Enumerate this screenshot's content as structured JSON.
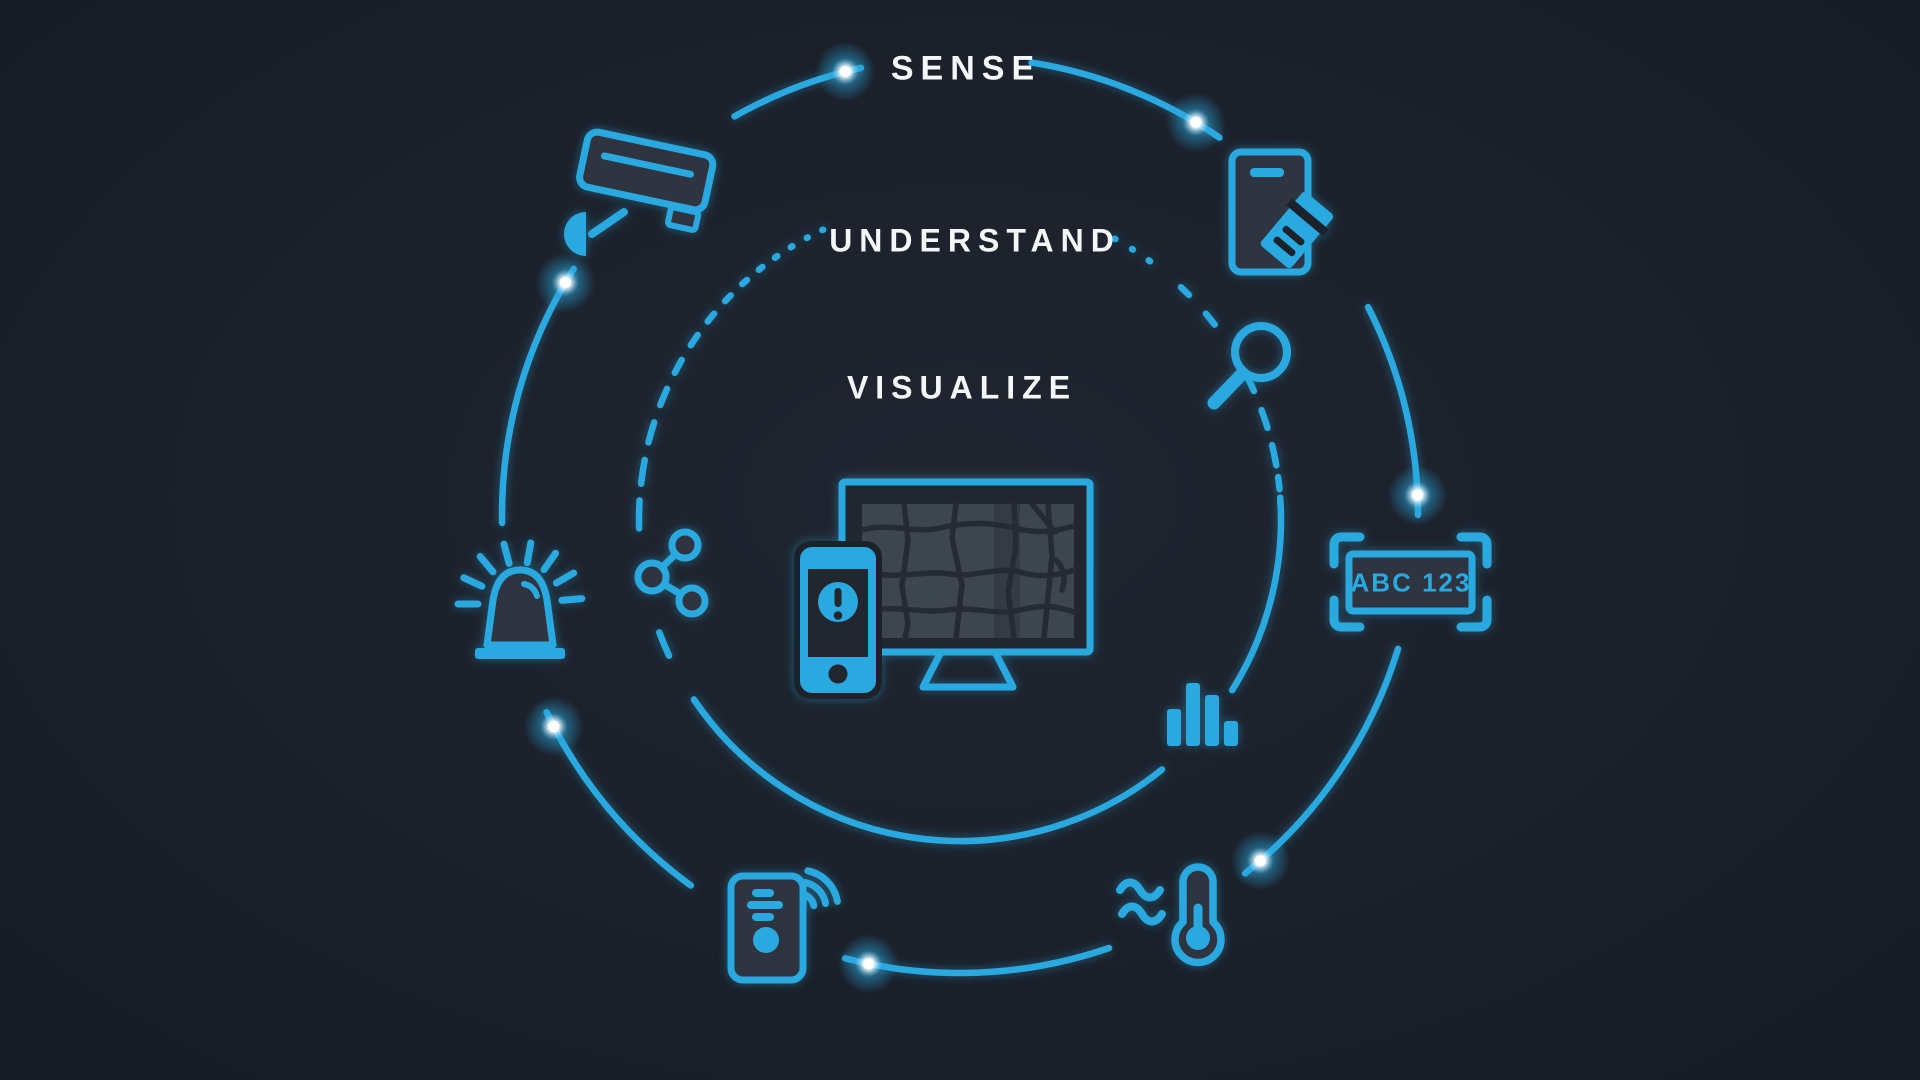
{
  "diagram": {
    "colors": {
      "background": "#1b202a",
      "accent": "#2aa9e0",
      "text": "#f4f6f8",
      "icon_fill": "#2e3540",
      "screen_fill": "#20252e",
      "map_panel": "#3e4450",
      "map_roads": "#262b33",
      "glow_core": "#ffffff"
    },
    "labels": {
      "outer": "SENSE",
      "middle": "UNDERSTAND",
      "inner": "VISUALIZE"
    },
    "license_plate_text": "ABC 123",
    "icons": [
      {
        "name": "cctv-camera-icon",
        "depicts": "security camera"
      },
      {
        "name": "ticket-machine-icon",
        "depicts": "ticket dispenser with printed ticket"
      },
      {
        "name": "magnifier-icon",
        "depicts": "magnifying glass"
      },
      {
        "name": "license-plate-icon",
        "depicts": "license plate ABC 123 inside scan brackets"
      },
      {
        "name": "bar-chart-icon",
        "depicts": "four-bar statistics chart"
      },
      {
        "name": "thermometer-icon",
        "depicts": "thermometer with air waves"
      },
      {
        "name": "iot-sensor-icon",
        "depicts": "wireless sensor device with signal arcs"
      },
      {
        "name": "siren-icon",
        "depicts": "alarm beacon with rays"
      },
      {
        "name": "share-network-icon",
        "depicts": "three connected nodes"
      },
      {
        "name": "monitor-map-icon",
        "depicts": "desktop monitor showing a street map"
      },
      {
        "name": "phone-alert-icon",
        "depicts": "smartphone with alert exclamation"
      }
    ]
  }
}
